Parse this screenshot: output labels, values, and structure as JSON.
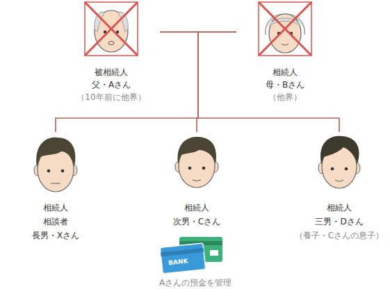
{
  "diagram": {
    "nodes": [
      {
        "text": [
          "被相続人",
          "父・Aさん",
          "（10年前に他界）"
        ]
      },
      {
        "text": [
          "相続人",
          "母・Bさん",
          "（他界）"
        ]
      },
      {
        "text": [
          "相続人",
          "相談者",
          "長男・Xさん"
        ]
      },
      {
        "text": [
          "相続人",
          "次男・Cさん"
        ]
      },
      {
        "text": [
          "相続人",
          "三男・Dさん",
          "（養子・Cさんの息子）"
        ]
      }
    ],
    "edges": [
      {
        "from": 0,
        "to": 1,
        "arrow": "none"
      },
      {
        "from": 0,
        "to": 2,
        "arrow": "none"
      },
      {
        "from": 0,
        "to": 3,
        "arrow": "none"
      },
      {
        "from": 0,
        "to": 4,
        "arrow": "none"
      },
      {
        "from": 1,
        "to": 2,
        "arrow": "none"
      },
      {
        "from": 1,
        "to": 3,
        "arrow": "none"
      },
      {
        "from": 1,
        "to": 4,
        "arrow": "none"
      }
    ],
    "labels": [
      "BANK",
      "Aさんの預金を管理"
    ]
  }
}
